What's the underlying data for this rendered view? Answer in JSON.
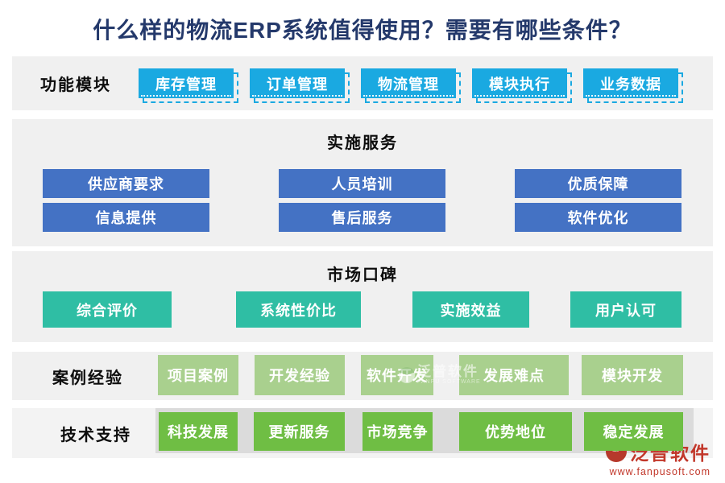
{
  "title": "什么样的物流ERP系统值得使用？需要有哪些条件？",
  "colors": {
    "title": "#24396B",
    "band": "#F0F0F0",
    "band-shade": "#DBDBDB",
    "cyan": "#1AA9E1",
    "blue": "#4472C4",
    "teal": "#2FBEA4",
    "light-green": "#A9D08E",
    "green": "#6FBE44",
    "brand-red": "#C2372A"
  },
  "sections": [
    {
      "id": "function-modules",
      "label": "功能模块",
      "style": "cyan",
      "items": [
        "库存管理",
        "订单管理",
        "物流管理",
        "模块执行",
        "业务数据"
      ]
    },
    {
      "id": "implementation-services",
      "label": "实施服务",
      "style": "blue",
      "items": [
        "供应商要求",
        "人员培训",
        "优质保障",
        "信息提供",
        "售后服务",
        "软件优化"
      ]
    },
    {
      "id": "market-reputation",
      "label": "市场口碑",
      "style": "teal",
      "items": [
        "综合评价",
        "系统性价比",
        "实施效益",
        "用户认可"
      ]
    },
    {
      "id": "case-experience",
      "label": "案例经验",
      "style": "light-green",
      "items": [
        "项目案例",
        "开发经验",
        "软件开发",
        "发展难点",
        "模块开发"
      ]
    },
    {
      "id": "technical-support",
      "label": "技术支持",
      "style": "green",
      "items": [
        "科技发展",
        "更新服务",
        "市场竞争",
        "优势地位",
        "稳定发展"
      ]
    }
  ],
  "watermark": {
    "name": "泛普软件",
    "subtext": "FANPU SOFTWARE"
  },
  "brand": {
    "name": "泛普软件",
    "url": "www.fanpusoft.com"
  }
}
